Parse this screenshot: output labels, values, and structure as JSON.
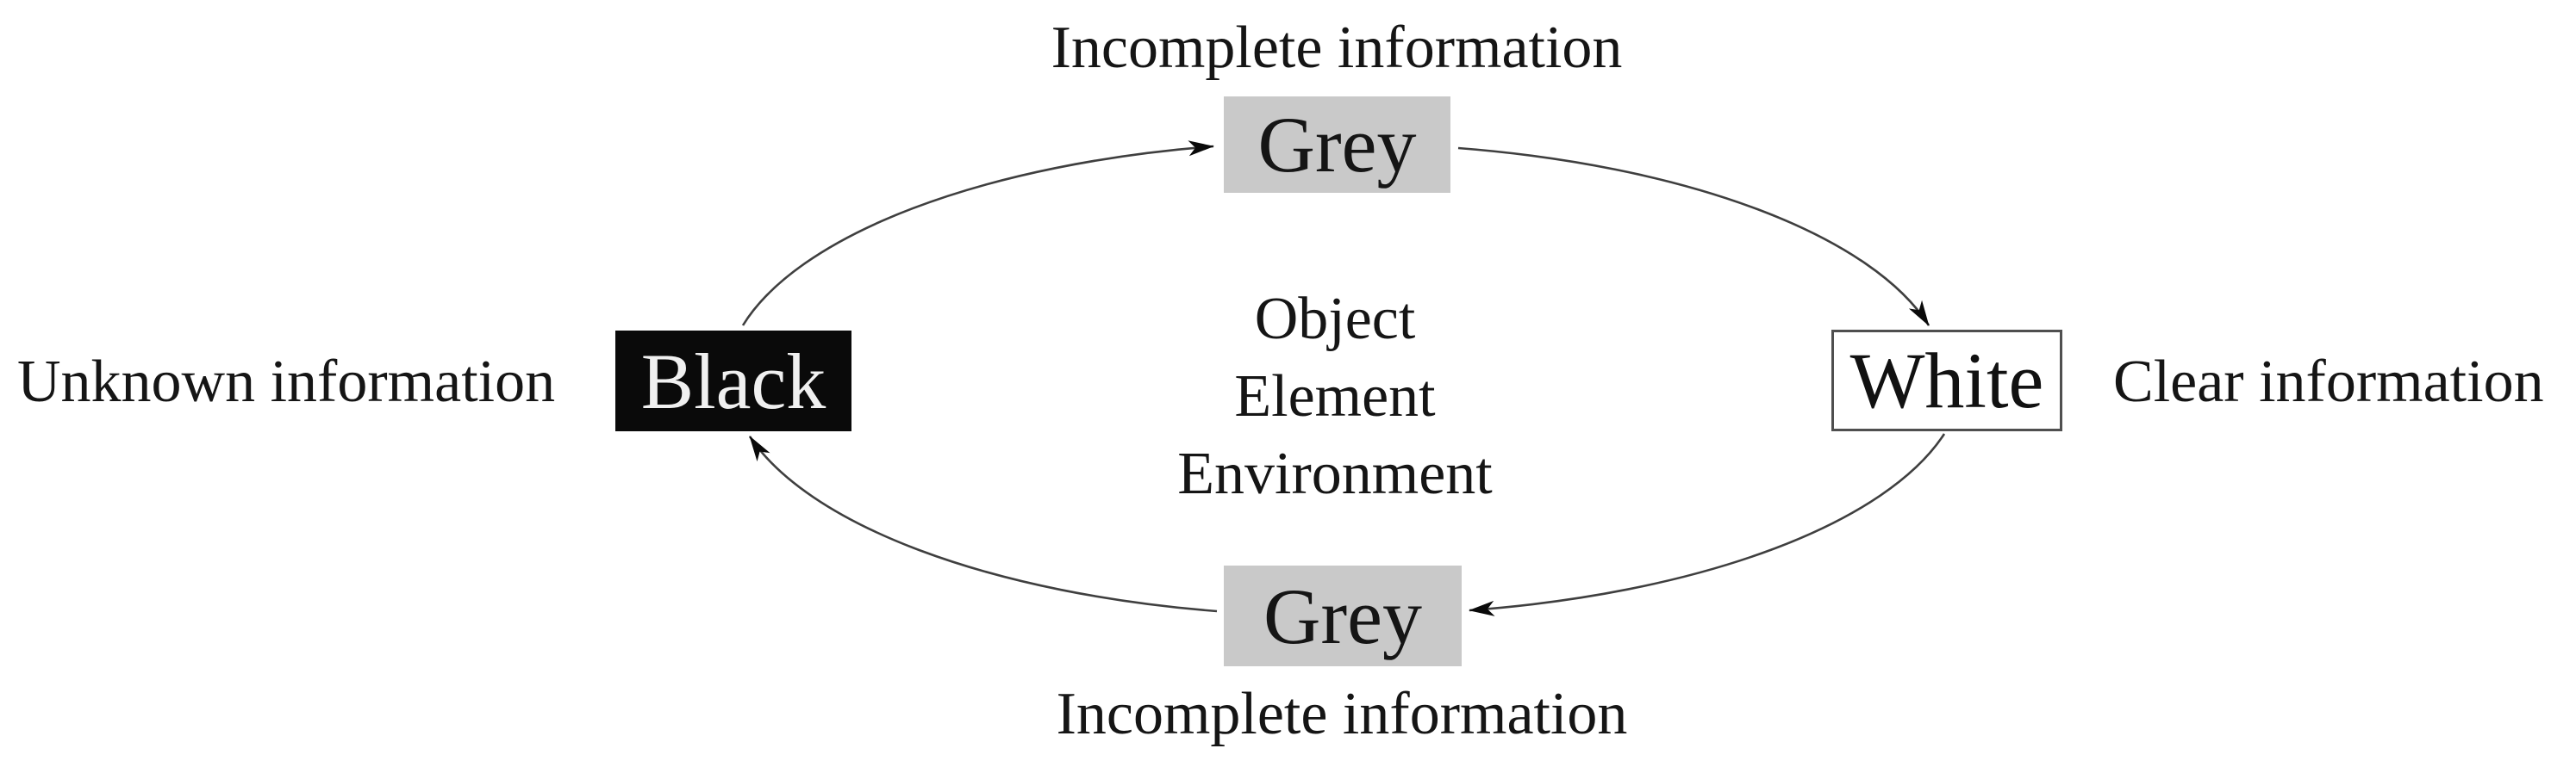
{
  "diagram": {
    "nodes": {
      "black": {
        "label": "Black",
        "annotation": "Unknown information"
      },
      "grey_top": {
        "label": "Grey",
        "annotation": "Incomplete information"
      },
      "white": {
        "label": "White",
        "annotation": "Clear information"
      },
      "grey_bottom": {
        "label": "Grey",
        "annotation": "Incomplete information"
      }
    },
    "center_lines": [
      "Object",
      "Element",
      "Environment"
    ],
    "edges": [
      {
        "from": "Black",
        "to": "Grey (top)"
      },
      {
        "from": "Grey (top)",
        "to": "White"
      },
      {
        "from": "White",
        "to": "Grey (bottom)"
      },
      {
        "from": "Grey (bottom)",
        "to": "Black"
      }
    ],
    "colors": {
      "background": "#ffffff",
      "black_box": "#0a0a0a",
      "black_box_text": "#f0f0f0",
      "grey_box": "#c9c9c9",
      "white_box": "#ffffff",
      "white_box_border": "#4f4f4f",
      "arrow": "#3f3f3f",
      "text": "#151515"
    }
  }
}
